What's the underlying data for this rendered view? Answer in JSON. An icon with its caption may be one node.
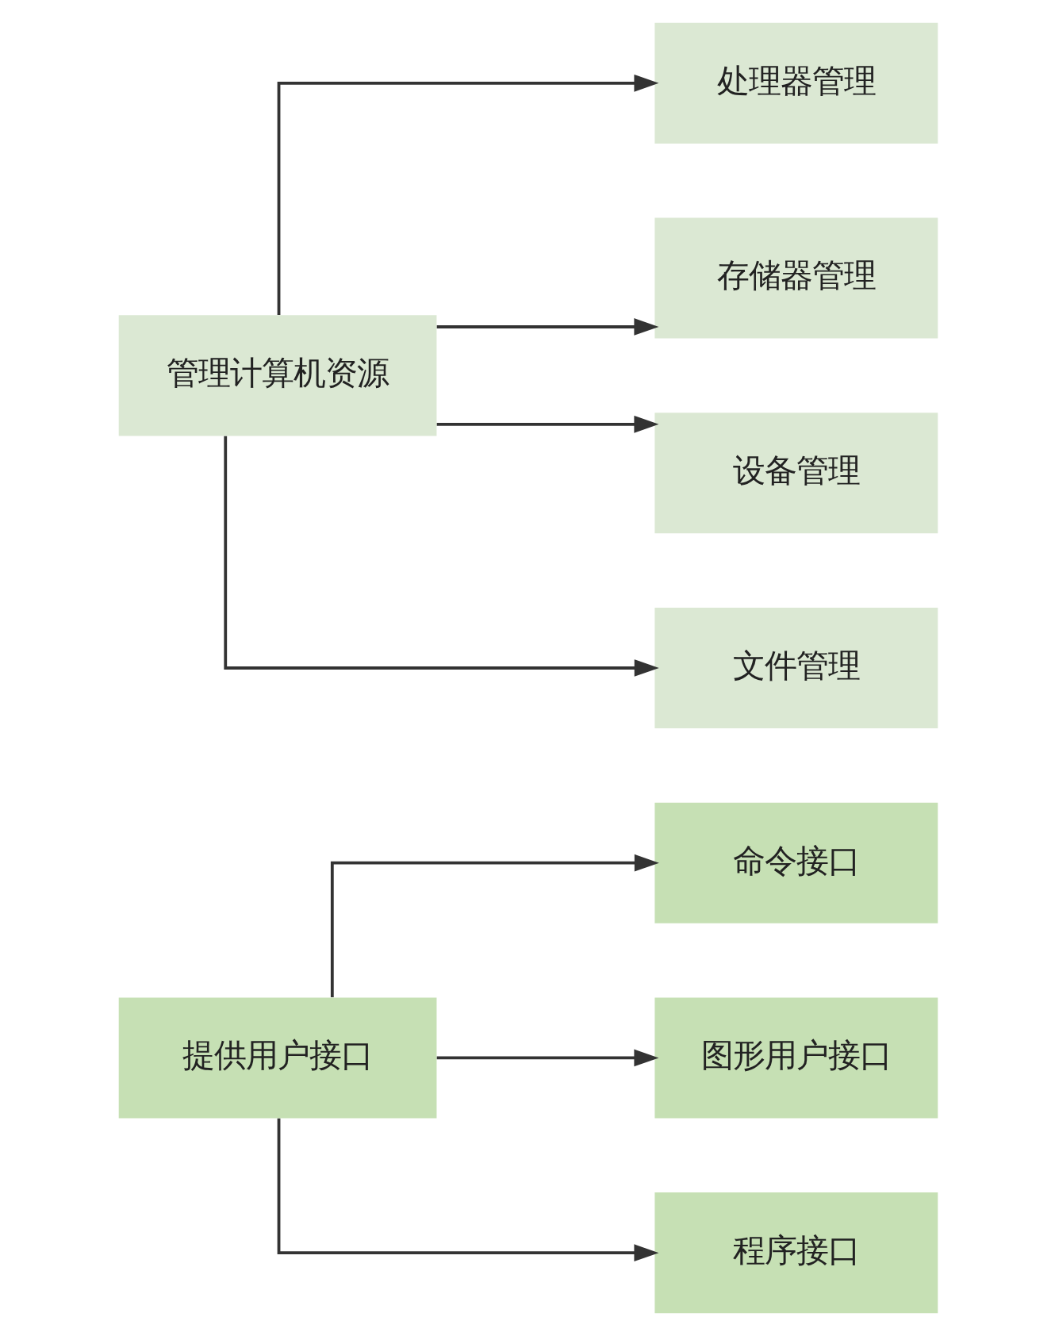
{
  "diagram": {
    "nodes": [
      {
        "text": [
          "管理计算机资源"
        ]
      },
      {
        "text": [
          "处理器管理"
        ]
      },
      {
        "text": [
          "存储器管理"
        ]
      },
      {
        "text": [
          "设备管理"
        ]
      },
      {
        "text": [
          "文件管理"
        ]
      },
      {
        "text": [
          "提供用户接口"
        ]
      },
      {
        "text": [
          "命令接口"
        ]
      },
      {
        "text": [
          "图形用户接口"
        ]
      },
      {
        "text": [
          "程序接口"
        ]
      }
    ],
    "edges": [
      {
        "from": 0,
        "to": 1,
        "arrow": "to"
      },
      {
        "from": 0,
        "to": 2,
        "arrow": "to"
      },
      {
        "from": 0,
        "to": 3,
        "arrow": "to"
      },
      {
        "from": 0,
        "to": 4,
        "arrow": "to"
      },
      {
        "from": 5,
        "to": 6,
        "arrow": "to"
      },
      {
        "from": 5,
        "to": 7,
        "arrow": "to"
      },
      {
        "from": 5,
        "to": 8,
        "arrow": "to"
      }
    ]
  }
}
